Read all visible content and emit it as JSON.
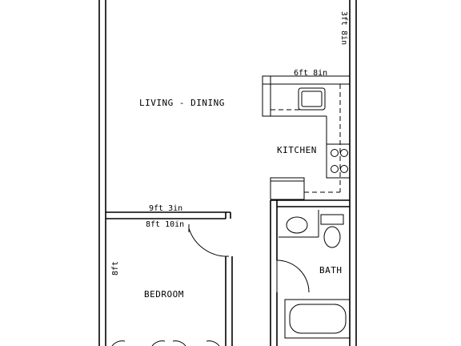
{
  "rooms": {
    "living_dining": "LIVING - DINING",
    "kitchen": "KITCHEN",
    "bedroom": "BEDROOM",
    "bath": "BATH"
  },
  "dimensions": {
    "right_wall": "3ft 8in",
    "kitchen_top": "6ft 8in",
    "bedroom_wall_top": "9ft 3in",
    "bedroom_wall_bottom": "8ft 10in",
    "bedroom_side": "8ft"
  }
}
